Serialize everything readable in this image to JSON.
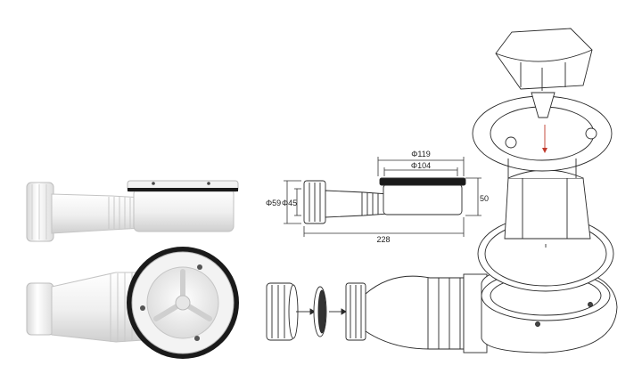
{
  "dimensions": {
    "outer_diameter": "Φ119",
    "inner_diameter": "Φ104",
    "height": "50",
    "length": "228",
    "inlet_outer": "Φ59",
    "inlet_inner": "Φ45"
  },
  "colors": {
    "plastic_white": "#f4f4f4",
    "plastic_shadow": "#d6d6d6",
    "gasket_black": "#1a1a1a",
    "line_dark": "#2a2a2a",
    "accent_red": "#c0392b"
  }
}
